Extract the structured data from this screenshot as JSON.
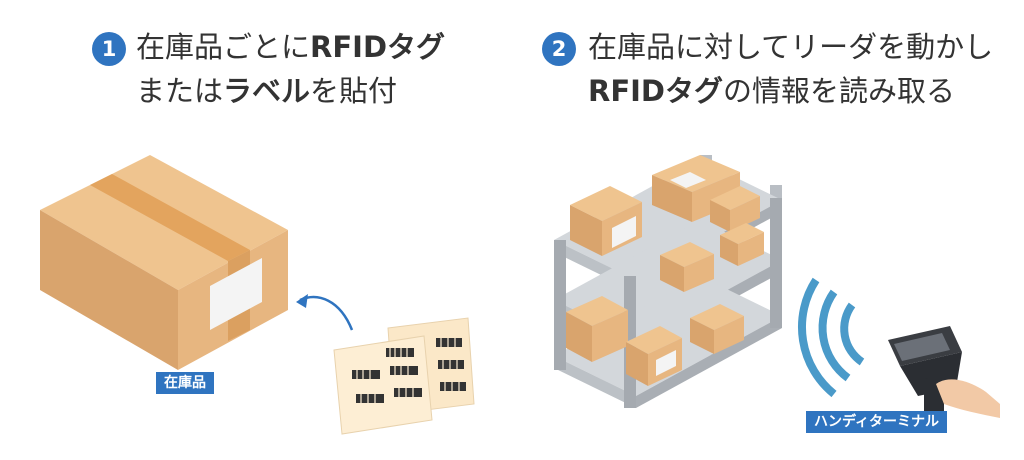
{
  "step1": {
    "number": "1",
    "line1_plain": "在庫品ごとに",
    "line1_bold": "RFIDタグ",
    "line2_plain_a": "または",
    "line2_bold": "ラベル",
    "line2_plain_b": "を貼付"
  },
  "step2": {
    "number": "2",
    "line1": "在庫品に対してリーダを動かし",
    "line2_bold": "RFIDタグ",
    "line2_plain": "の情報を読み取る"
  },
  "labels": {
    "inventory": "在庫品",
    "handheld": "ハンディターミナル"
  },
  "colors": {
    "accent": "#2f74c0",
    "box_front": "#e2b27e",
    "box_top": "#efc48f",
    "tape": "#e6a55c",
    "shelf": "#c9cdd2",
    "wave": "#4a9ac9"
  }
}
